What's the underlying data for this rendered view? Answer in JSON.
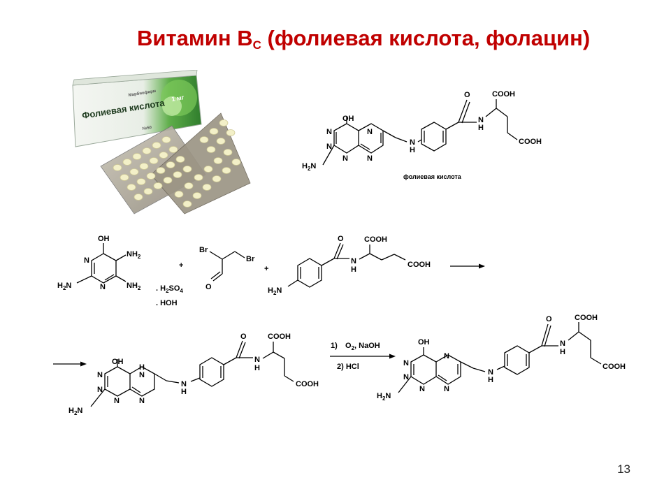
{
  "slide": {
    "title_main": "Витамин B",
    "title_sub": "C",
    "title_rest": " (фолиевая кислота, фолацин)",
    "page_number": "13"
  },
  "package": {
    "name": "Фолиевая кислота",
    "dose": "1 мг",
    "tablets": "№50",
    "maker": "Марбиофарм"
  },
  "structures": {
    "folic_acid_caption": "фолиевая кислота",
    "reagents": {
      "sulfuric_acid": ". H2SO4",
      "water": ". HOH"
    },
    "oxidation_step1": "1) O2, NaOH",
    "oxidation_step2": "2) HCl"
  }
}
